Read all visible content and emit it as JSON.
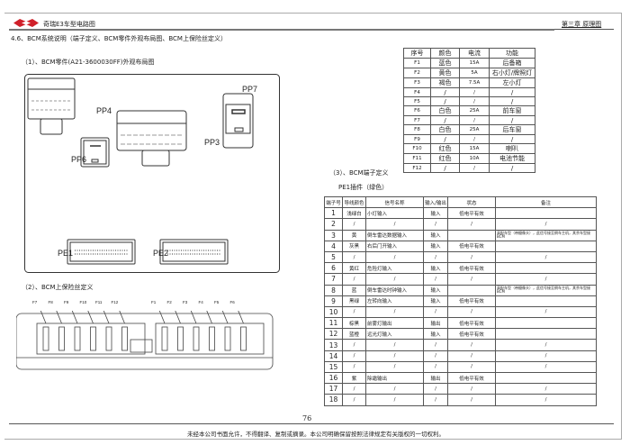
{
  "header": {
    "doc_title": "奇瑞E3车型电路图",
    "chapter": "第三章 原理图"
  },
  "section_title": "4.6、BCM系统说明（端子定义、BCM零件外观布局图、BCM上保险丝定义）",
  "sub1_title": "（1）、BCM零件(A21-3600030FF)外观布局图",
  "sub2_title": "（2）、BCM上保险丝定义",
  "sub3_title": "（3）、BCM端子定义",
  "pe1_caption": "PE1插件（绿色）",
  "connectors": [
    "PP4",
    "PP6",
    "PP3",
    "PP7",
    "PE1",
    "PE2"
  ],
  "fuse_labels_left": [
    "F7",
    "F8",
    "F9",
    "F10",
    "F11",
    "F12"
  ],
  "fuse_labels_right": [
    "F1",
    "F2",
    "F3",
    "F4",
    "F5",
    "F6"
  ],
  "fuse_table": {
    "headers": [
      "序号",
      "颜色",
      "电流",
      "功能"
    ],
    "rows": [
      [
        "F1",
        "蓝色",
        "15A",
        "后备箱"
      ],
      [
        "F2",
        "黄色",
        "5A",
        "右小灯/牌照灯"
      ],
      [
        "F3",
        "褐色",
        "7.5A",
        "左小灯"
      ],
      [
        "F4",
        "/",
        "/",
        "/"
      ],
      [
        "F5",
        "/",
        "/",
        "/"
      ],
      [
        "F6",
        "白色",
        "25A",
        "前车窗"
      ],
      [
        "F7",
        "/",
        "/",
        "/"
      ],
      [
        "F8",
        "白色",
        "25A",
        "后车窗"
      ],
      [
        "F9",
        "/",
        "/",
        "/"
      ],
      [
        "F10",
        "红色",
        "15A",
        "喇叭"
      ],
      [
        "F11",
        "红色",
        "10A",
        "电池节能"
      ],
      [
        "F12",
        "/",
        "/",
        "/"
      ]
    ]
  },
  "pe1_table": {
    "headers": [
      "端子号",
      "导线颜色",
      "信号名称",
      "输入/输出",
      "状态",
      "备注"
    ],
    "rows": [
      [
        "1",
        "浅绿白",
        "小灯输入",
        "输入",
        "低电平有效",
        ""
      ],
      [
        "2",
        "/",
        "/",
        "/",
        "/",
        "/"
      ],
      [
        "3",
        "黄",
        "倒车雷达数据输入",
        "输入",
        "",
        "高配车型（带摄像头），此信号接至倒车主机，其余车型接BCM"
      ],
      [
        "4",
        "灰黑",
        "右后门开输入",
        "输入",
        "低电平有效",
        ""
      ],
      [
        "5",
        "/",
        "/",
        "/",
        "/",
        "/"
      ],
      [
        "6",
        "黄红",
        "危险灯输入",
        "输入",
        "低电平有效",
        ""
      ],
      [
        "7",
        "/",
        "/",
        "/",
        "/",
        "/"
      ],
      [
        "8",
        "蓝",
        "倒车雷达时钟输入",
        "输入",
        "",
        "高配车型（带摄像头），此信号接至倒车主机，其余车型接BCM"
      ],
      [
        "9",
        "黑绿",
        "左转向输入",
        "输入",
        "低电平有效",
        ""
      ],
      [
        "10",
        "/",
        "/",
        "/",
        "/",
        "/"
      ],
      [
        "11",
        "棕黑",
        "前雾灯输出",
        "输出",
        "低电平有效",
        ""
      ],
      [
        "12",
        "蓝橙",
        "远光灯输入",
        "输入",
        "低电平有效",
        ""
      ],
      [
        "13",
        "/",
        "/",
        "/",
        "/",
        "/"
      ],
      [
        "14",
        "/",
        "/",
        "/",
        "/",
        "/"
      ],
      [
        "15",
        "/",
        "/",
        "/",
        "/",
        "/"
      ],
      [
        "16",
        "紫",
        "除霜输出",
        "输出",
        "低电平有效",
        ""
      ],
      [
        "17",
        "/",
        "/",
        "/",
        "/",
        "/"
      ],
      [
        "18",
        "/",
        "/",
        "/",
        "/",
        "/"
      ]
    ]
  },
  "page_number": "76",
  "footer_text": "未经本公司书面允许，不得翻译、复制或摘录。本公司明确保留按照法律规定有关版权的一切权利。",
  "colors": {
    "logo": "#d0202a",
    "line": "#555555"
  }
}
